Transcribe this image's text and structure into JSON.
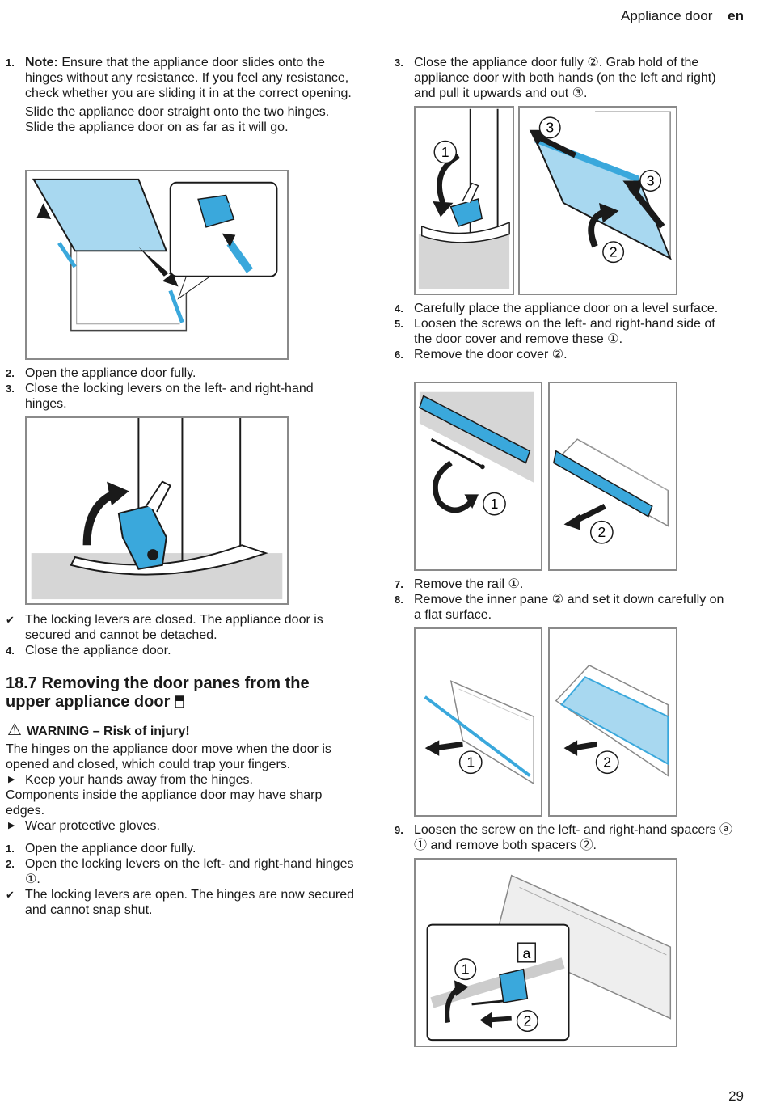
{
  "header": {
    "section": "Appliance door",
    "lang": "en"
  },
  "page_number": "29",
  "left": {
    "s1_num": "1.",
    "s1_note_label": "Note:",
    "s1_note_text": " Ensure that the appliance door slides onto the hinges without any resistance. If you feel any resistance, check whether you are sliding it in at the correct opening.",
    "s1_text2": "Slide the appliance door straight onto the two hinges. Slide the appliance door on as far as it will go.",
    "s2_num": "2.",
    "s2": "Open the appliance door fully.",
    "s3_num": "3.",
    "s3": "Close the locking levers on the left- and right-hand hinges.",
    "r1_mark": "✔",
    "r1": "The locking levers are closed. The appliance door is secured and cannot be detached.",
    "s4_num": "4.",
    "s4": "Close the appliance door.",
    "heading": "18.7 Removing the door panes from the upper appliance door",
    "warning_icon": "⚠",
    "warning_title": "WARNING – Risk of injury!",
    "warn_p1": "The hinges on the appliance door move when the door is opened and closed, which could trap your fingers.",
    "warn_a1_mark": "▶",
    "warn_a1": "Keep your hands away from the hinges.",
    "warn_p2": "Components inside the appliance door may have sharp edges.",
    "warn_a2_mark": "▶",
    "warn_a2": "Wear protective gloves.",
    "t1_num": "1.",
    "t1": "Open the appliance door fully.",
    "t2_num": "2.",
    "t2": "Open the locking levers on the left- and right-hand hinges ①.",
    "r2_mark": "✔",
    "r2": "The locking levers are open. The hinges are now secured and cannot snap shut."
  },
  "right": {
    "s3_num": "3.",
    "s3": "Close the appliance door fully ②. Grab hold of the appliance door with both hands (on the left and right) and pull it upwards and out ③.",
    "s4_num": "4.",
    "s4": "Carefully place the appliance door on a level surface.",
    "s5_num": "5.",
    "s5": "Loosen the screws on the left- and right-hand side of the door cover and remove these ①.",
    "s6_num": "6.",
    "s6": "Remove the door cover ②.",
    "s7_num": "7.",
    "s7": "Remove the rail ①.",
    "s8_num": "8.",
    "s8": "Remove the inner pane ② and set it down carefully on a flat surface.",
    "s9_num": "9.",
    "s9": "Loosen the screw on the left- and right-hand spacers ⓐ ① and remove both spacers ②."
  },
  "figure_labels": {
    "one": "1",
    "two": "2",
    "three": "3",
    "a": "a"
  },
  "colors": {
    "accent_blue": "#3aa8dc",
    "light_blue": "#a8d8f0",
    "line": "#1a1a1a",
    "gray": "#d6d6d6"
  }
}
